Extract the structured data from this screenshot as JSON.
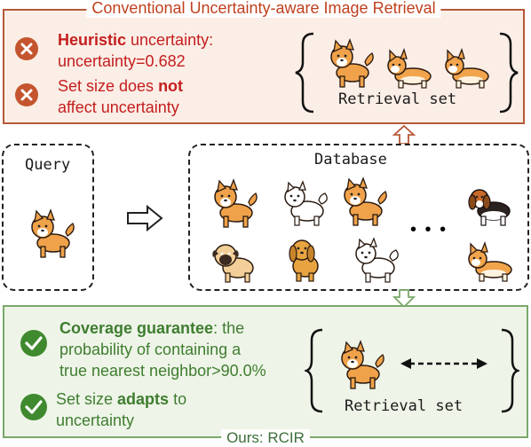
{
  "top": {
    "title": "Conventional Uncertainty-aware Image Retrieval",
    "bullet1_bold": "Heuristic",
    "bullet1_rest": " uncertainty:",
    "bullet1_line2": "uncertainty=0.682",
    "bullet2_pre": "Set size does ",
    "bullet2_bold": "not",
    "bullet2_line2": "affect uncertainty",
    "retrieval_label": "Retrieval set"
  },
  "middle": {
    "query_label": "Query",
    "database_label": "Database",
    "ellipsis": "• • •"
  },
  "bottom": {
    "title": "Ours: RCIR",
    "bullet1_bold": "Coverage guarantee",
    "bullet1_rest": ": the",
    "bullet1_line2": "probability of containing a",
    "bullet1_line3": "true nearest neighbor>90.0%",
    "bullet2_pre": "Set size ",
    "bullet2_bold": "adapts",
    "bullet2_post": " to",
    "bullet2_line2": "uncertainty",
    "retrieval_label": "Retrieval set"
  },
  "colors": {
    "top_border": "#b5583a",
    "top_bg": "#fbeee6",
    "bottom_border": "#7aa86a",
    "bottom_bg": "#eef5e8",
    "error_icon": "#c4552e",
    "check_icon": "#3f8a2e"
  }
}
